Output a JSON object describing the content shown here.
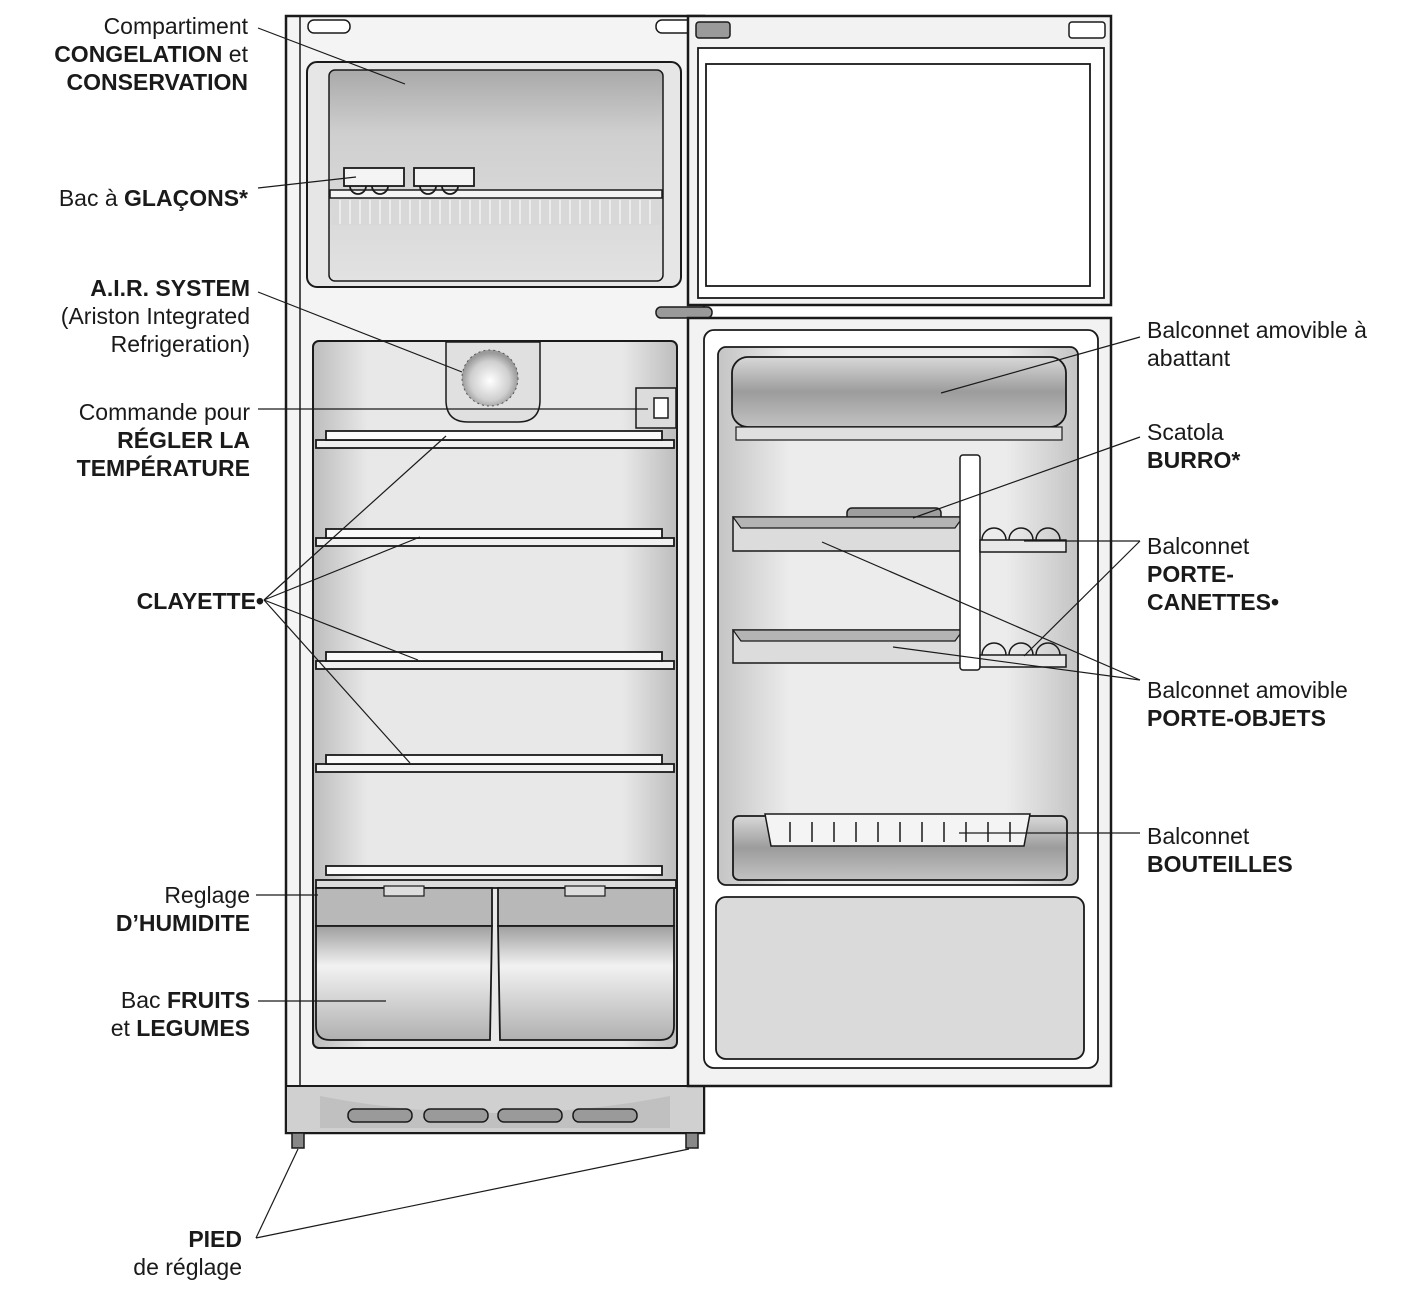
{
  "labels": {
    "compartiment": {
      "l1": "Compartiment",
      "l2a": "CONGELATION",
      "l2b": " et",
      "l3": "CONSERVATION"
    },
    "glacons": {
      "a": "Bac à ",
      "b": "GLAÇONS*"
    },
    "air": {
      "l1": "A.I.R. SYSTEM",
      "l2": "(Ariston Integrated",
      "l3": "Refrigeration)"
    },
    "commande": {
      "l1": "Commande pour",
      "l2": "RÉGLER LA",
      "l3": "TEMPÉRATURE"
    },
    "clayette": {
      "l1": "CLAYETTE•"
    },
    "humidite": {
      "l1": "Reglage",
      "l2": "D’HUMIDITE"
    },
    "fruits": {
      "l1a": "Bac ",
      "l1b": "FRUITS",
      "l2a": "et ",
      "l2b": "LEGUMES"
    },
    "pied": {
      "l1": "PIED",
      "l2": "de réglage"
    },
    "abattant": {
      "l1": "Balconnet amovible à",
      "l2": "abattant"
    },
    "burro": {
      "l1": "Scatola",
      "l2": "BURRO*"
    },
    "canettes": {
      "l1": "Balconnet",
      "l2": "PORTE-",
      "l3": "CANETTES•"
    },
    "objets": {
      "l1": "Balconnet amovible",
      "l2": "PORTE-OBJETS"
    },
    "bouteilles": {
      "l1": "Balconnet",
      "l2": "BOUTEILLES"
    }
  }
}
